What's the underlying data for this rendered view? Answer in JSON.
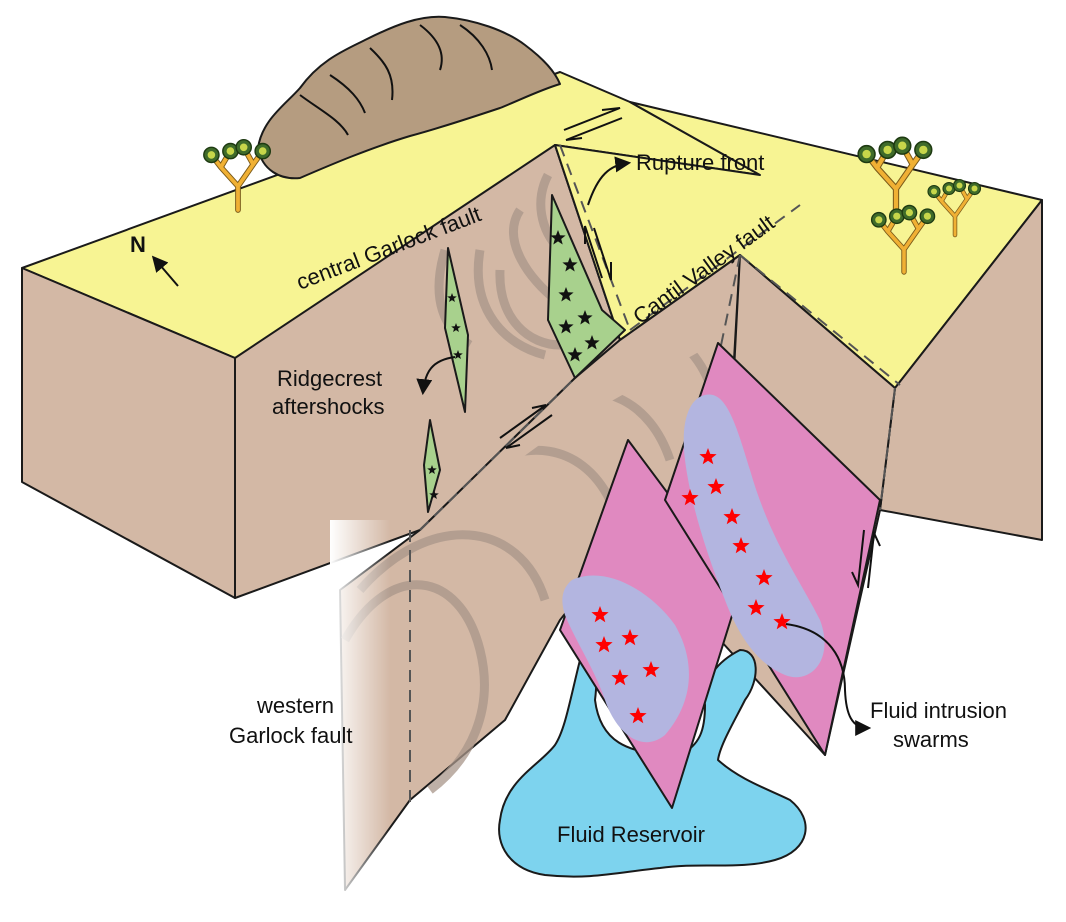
{
  "labels": {
    "north": "N",
    "central_garlock": "central Garlock fault",
    "cantil_valley": "Cantil Valley fault",
    "rupture_front": "Rupture front",
    "ridgecrest_1": "Ridgecrest",
    "ridgecrest_2": "aftershocks",
    "western_1": "western",
    "western_2": "Garlock fault",
    "fluid_swarms_1": "Fluid intrusion",
    "fluid_swarms_2": "swarms",
    "reservoir": "Fluid Reservoir"
  },
  "colors": {
    "surface": "#f7f493",
    "block": "#d3b8a5",
    "mountain": "#b59c80",
    "aftershock_zone": "#a8d18d",
    "fault_plane": "#e089c0",
    "swarm_zone": "#b3b5e0",
    "fluid": "#7dd3ee",
    "red_star": "#ff0000",
    "tree": "#f0b034"
  }
}
